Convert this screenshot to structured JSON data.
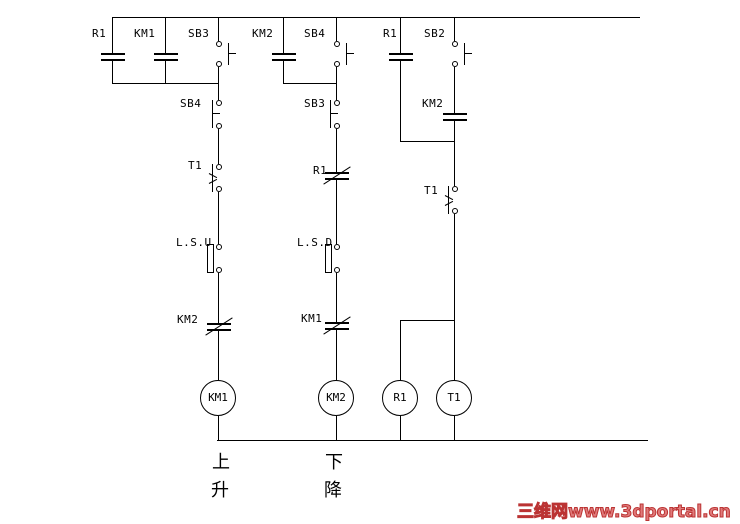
{
  "rungs": {
    "up": {
      "parallel": [
        "R1",
        "KM1",
        "SB3"
      ],
      "series": [
        "SB4",
        "T1",
        "L.S.U",
        "KM2"
      ],
      "coil": "KM1",
      "caption": [
        "上",
        "升"
      ]
    },
    "down": {
      "parallel": [
        "KM2",
        "SB4"
      ],
      "series": [
        "SB3",
        "R1",
        "L.S.D",
        "KM1"
      ],
      "coil": "KM2",
      "caption": [
        "下",
        "降"
      ]
    },
    "aux": {
      "parallel": [
        "R1",
        "SB2"
      ],
      "series": [
        "KM2",
        "T1"
      ],
      "coils": [
        "R1",
        "T1"
      ]
    }
  },
  "watermark": {
    "text": "三维网www.3dportal.cn",
    "color": "#cc3333"
  },
  "colors": {
    "line": "#000000",
    "background": "#ffffff"
  }
}
